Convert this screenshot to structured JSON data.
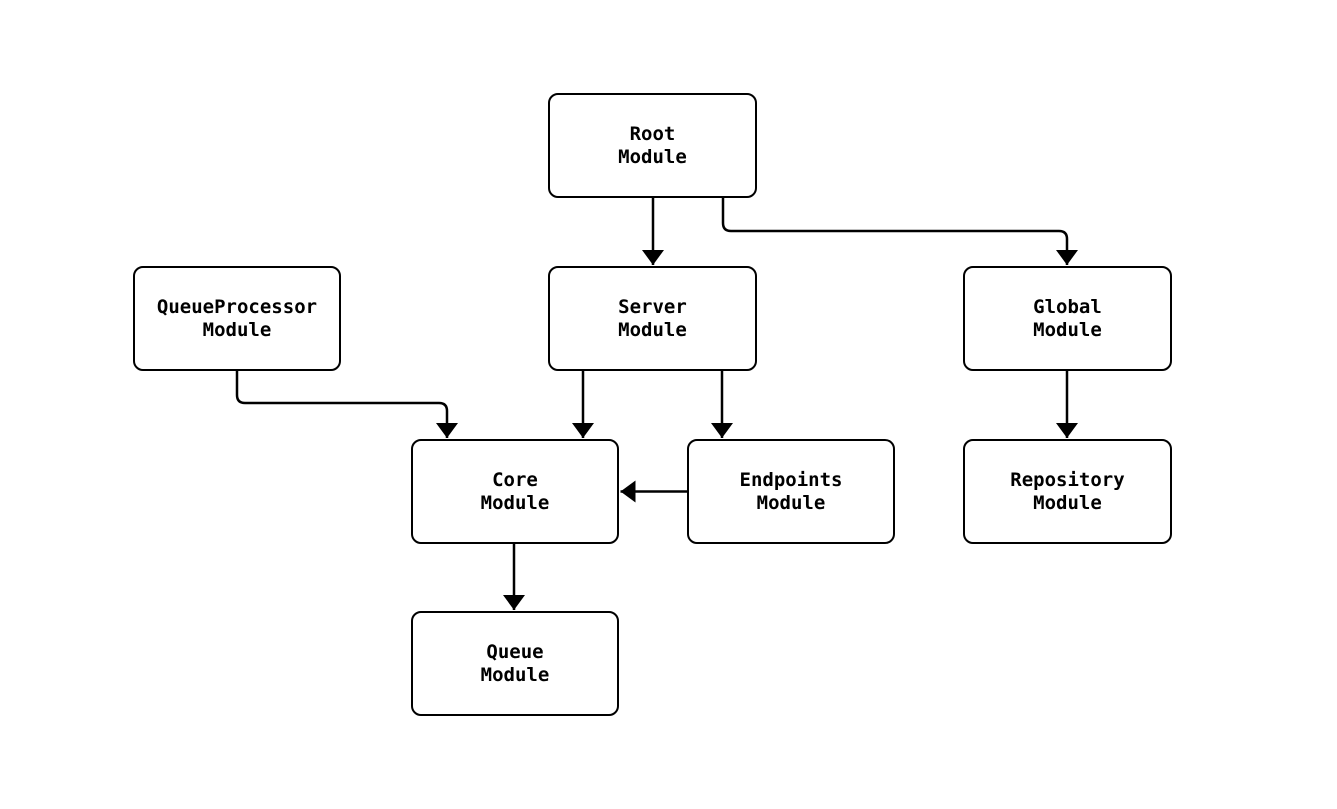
{
  "diagram": {
    "type": "flowchart",
    "background_color": "#ffffff",
    "stroke_color": "#000000",
    "node_fill_color": "#ffffff",
    "nodes": {
      "root": {
        "line1": "Root",
        "line2": "Module"
      },
      "queueprocessor": {
        "line1": "QueueProcessor",
        "line2": "Module"
      },
      "server": {
        "line1": "Server",
        "line2": "Module"
      },
      "global": {
        "line1": "Global",
        "line2": "Module"
      },
      "core": {
        "line1": "Core",
        "line2": "Module"
      },
      "endpoints": {
        "line1": "Endpoints",
        "line2": "Module"
      },
      "repository": {
        "line1": "Repository",
        "line2": "Module"
      },
      "queue": {
        "line1": "Queue",
        "line2": "Module"
      }
    },
    "edges": [
      {
        "from": "Root Module",
        "to": "Server Module"
      },
      {
        "from": "Root Module",
        "to": "Global Module"
      },
      {
        "from": "QueueProcessor Module",
        "to": "Core Module"
      },
      {
        "from": "Server Module",
        "to": "Core Module"
      },
      {
        "from": "Server Module",
        "to": "Endpoints Module"
      },
      {
        "from": "Endpoints Module",
        "to": "Core Module"
      },
      {
        "from": "Core Module",
        "to": "Queue Module"
      },
      {
        "from": "Global Module",
        "to": "Repository Module"
      }
    ]
  }
}
